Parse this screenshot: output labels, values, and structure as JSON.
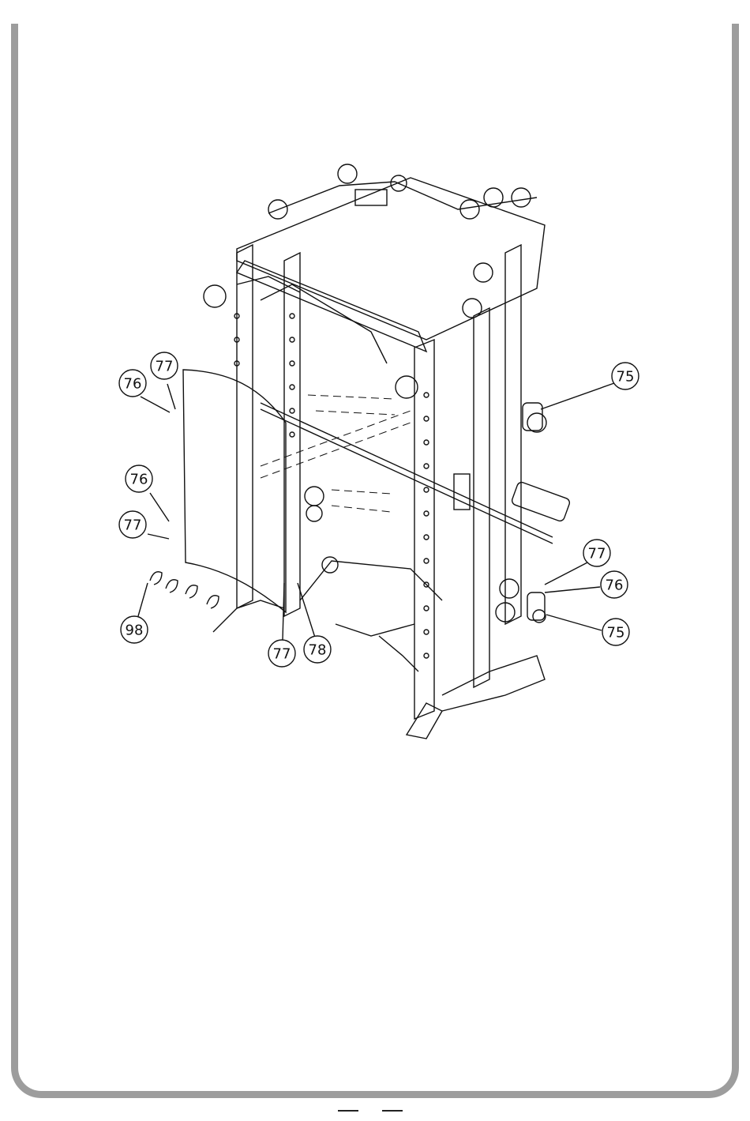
{
  "diagram": {
    "callouts": [
      {
        "id": "c1",
        "label": "75"
      },
      {
        "id": "c2",
        "label": "76"
      },
      {
        "id": "c3",
        "label": "77"
      },
      {
        "id": "c4",
        "label": "76"
      },
      {
        "id": "c5",
        "label": "77"
      },
      {
        "id": "c6",
        "label": "98"
      },
      {
        "id": "c7",
        "label": "77"
      },
      {
        "id": "c8",
        "label": "78"
      },
      {
        "id": "c9",
        "label": "77"
      },
      {
        "id": "c10",
        "label": "76"
      },
      {
        "id": "c11",
        "label": "75"
      }
    ]
  },
  "colors": {
    "frame": "#9d9d9d",
    "line": "#111111"
  }
}
